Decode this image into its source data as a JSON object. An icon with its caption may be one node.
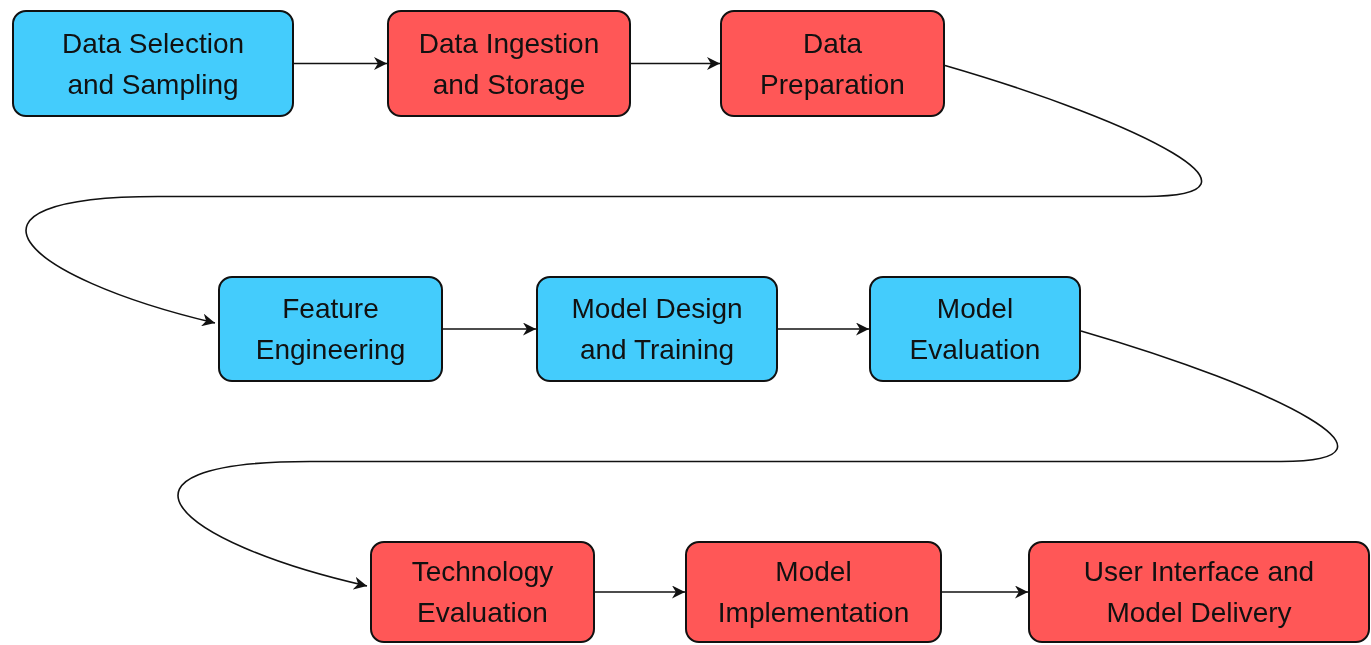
{
  "diagram": {
    "nodes": [
      {
        "text": [
          "Data Selection and Sampling"
        ]
      },
      {
        "text": [
          "Data Ingestion and Storage"
        ]
      },
      {
        "text": [
          "Data Preparation"
        ]
      },
      {
        "text": [
          "Feature Engineering"
        ]
      },
      {
        "text": [
          "Model Design and Training"
        ]
      },
      {
        "text": [
          "Model Evaluation"
        ]
      },
      {
        "text": [
          "Technology Evaluation"
        ]
      },
      {
        "text": [
          "Model Implementation"
        ]
      },
      {
        "text": [
          "User Interface and Model Delivery"
        ]
      }
    ],
    "edges": [
      {
        "from": 0,
        "to": 1,
        "arrow": "to"
      },
      {
        "from": 1,
        "to": 2,
        "arrow": "to"
      },
      {
        "from": 2,
        "to": 3,
        "arrow": "to"
      },
      {
        "from": 3,
        "to": 4,
        "arrow": "to"
      },
      {
        "from": 4,
        "to": 5,
        "arrow": "to"
      },
      {
        "from": 5,
        "to": 6,
        "arrow": "to"
      },
      {
        "from": 6,
        "to": 7,
        "arrow": "to"
      },
      {
        "from": 7,
        "to": 8,
        "arrow": "to"
      }
    ]
  }
}
